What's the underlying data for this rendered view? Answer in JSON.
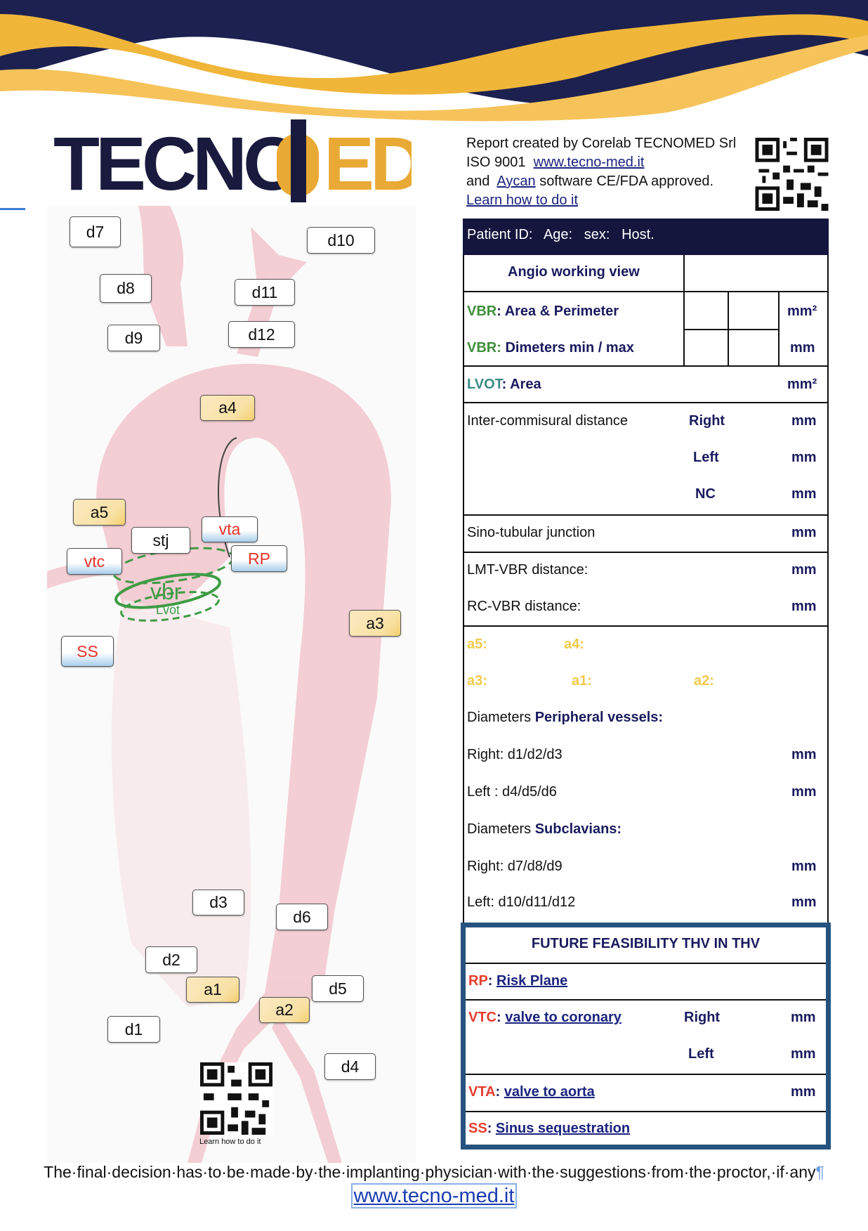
{
  "logo": {
    "text": "TECNOMED"
  },
  "header": {
    "line1": "Report created by Corelab TECNOMED Srl",
    "iso": "ISO 9001",
    "site_link": "www.tecno-med.it",
    "and": "and",
    "aycan_link": "Aycan",
    "approved": "software CE/FDA approved.",
    "learn_link": "Learn how to do it"
  },
  "patient": {
    "label": "Patient ID:   Age:   sex:   Host."
  },
  "table": {
    "angio": "Angio working view",
    "vbr_area_prefix": "VBR",
    "vbr_area": ": Area & Perimeter",
    "vbr_area_unit": "mm²",
    "vbr_diam_prefix": "VBR:",
    "vbr_diam": " Dimeters min / max",
    "vbr_diam_unit": "mm",
    "lvot_prefix": "LVOT",
    "lvot": ": Area",
    "lvot_unit": "mm²",
    "inter": "Inter-commisural distance",
    "right": "Right",
    "left": "Left",
    "nc": "NC",
    "mm": "mm",
    "stj": "Sino-tubular junction",
    "lmt": "LMT-VBR distance:",
    "rc": "RC-VBR distance:",
    "a5": "a5:",
    "a4": "a4:",
    "a3": "a3:",
    "a1": "a1:",
    "a2": "a2:",
    "periph_pre": "Diameters ",
    "periph": "Peripheral vessels:",
    "right_d": "Right: d1/d2/d3",
    "left_d": "Left : d4/d5/d6",
    "sub_pre": "Diameters ",
    "sub": "Subclavians:",
    "right_s": "Right: d7/d8/d9",
    "left_s": "Left: d10/d11/d12"
  },
  "future": {
    "title": "FUTURE FEASIBILITY  THV  IN  THV",
    "rp": "RP",
    "rp_link": "Risk Plane",
    "vtc": "VTC",
    "vtc_link": "valve to coronary",
    "right": "Right",
    "left": "Left",
    "mm": "mm",
    "vta": "VTA",
    "vta_link": "valve to aorta",
    "ss": "SS",
    "ss_link": "Sinus sequestration",
    "colon": ":"
  },
  "diagram": {
    "labels": {
      "d7": "d7",
      "d10": "d10",
      "d8": "d8",
      "d11": "d11",
      "d9": "d9",
      "d12": "d12",
      "a4": "a4",
      "a5": "a5",
      "stj": "stj",
      "vta": "vta",
      "vtc": "vtc",
      "rp": "RP",
      "a3": "a3",
      "ss": "SS",
      "vbr": "vbr",
      "lvot": "Lvot",
      "d3": "d3",
      "d6": "d6",
      "d2": "d2",
      "a1": "a1",
      "d5": "d5",
      "a2": "a2",
      "d1": "d1",
      "d4": "d4"
    },
    "qr_caption": "Learn how to do it"
  },
  "footer": {
    "disclaimer": "The·final·decision·has·to·be·made·by·the·implanting·physician·with·the·suggestions·from·the·proctor,·if·any",
    "pilcrow": "¶",
    "url": "www.tecno-med.it"
  },
  "colors": {
    "navy": "#15163d",
    "gold": "#f0b63a",
    "pink": "#f2c9cf",
    "green": "#3f9b45",
    "red": "#e53d2e",
    "box_border": "#25527f"
  }
}
